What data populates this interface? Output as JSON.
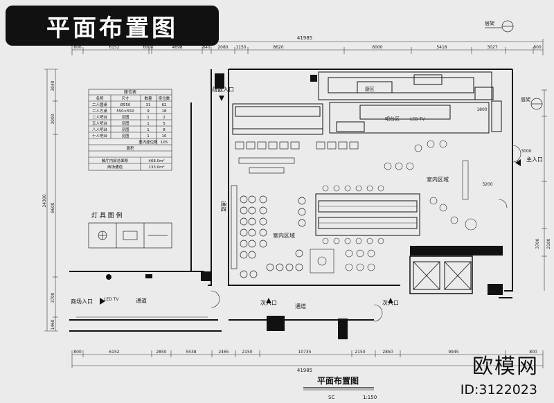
{
  "title": "平面布置图",
  "brand": "欧模网",
  "brand_id": "ID:3122023",
  "plan_caption": "平面布置图",
  "scale_prefix": "SC",
  "scale": "1:150",
  "dims_top": {
    "total": "41985",
    "segments": [
      "800",
      "6152",
      "6000",
      "4698",
      "840",
      "2080",
      "1150",
      "8620",
      "6000",
      "5418",
      "3027",
      "800"
    ]
  },
  "dims_bottom": {
    "total": "41985",
    "segments": [
      "800",
      "6152",
      "2850",
      "5538",
      "2465",
      "2150",
      "10735",
      "2150",
      "2850",
      "9945",
      "800"
    ]
  },
  "dims_left": {
    "total": "24300",
    "segments": [
      "3040",
      "3000",
      "8600",
      "3700",
      "1460"
    ]
  },
  "dims_right": [
    "1800",
    "3000",
    "3200",
    "3700",
    "2100"
  ],
  "labels": {
    "evac_entrance": "疏散入口",
    "main_entrance": "主入口",
    "mall_entrance": "商场入口",
    "sub_entrance_1": "次入口",
    "sub_entrance_2": "次入口",
    "corridor_left": "通道",
    "corridor_bottom_left": "通道",
    "corridor_bottom_mid": "通道",
    "indoor_left": "室内区域",
    "indoor_right": "室内区域",
    "bar": "吧台区",
    "kitchen": "厨区",
    "led": "LED TV",
    "led2": "LED TV",
    "floor": "层架",
    "floor2": "层架"
  },
  "seat_table": {
    "title": "座位表",
    "headers": [
      "名称",
      "尺寸",
      "数量",
      "座位数"
    ],
    "rows": [
      [
        "二人圆桌",
        "Ø550",
        "31",
        "62"
      ],
      [
        "二人方桌",
        "550×550",
        "9",
        "18"
      ],
      [
        "二人吧台",
        "见图",
        "1",
        "2"
      ],
      [
        "五人吧台",
        "见图",
        "1",
        "5"
      ],
      [
        "八人吧台",
        "见图",
        "1",
        "8"
      ],
      [
        "十人吧台",
        "见图",
        "1",
        "10"
      ]
    ],
    "total_label": "室内座位数",
    "total_value": "105",
    "area_title": "面积",
    "area_rows": [
      [
        "餐厅内部总面积",
        "468.0m²"
      ],
      [
        "商场通道",
        "133.0m²"
      ]
    ]
  },
  "lamp_legend": {
    "title": "灯 具 图 例"
  },
  "colors": {
    "line": "#222222",
    "fill_black": "#111111",
    "paper": "#ebebeb"
  }
}
